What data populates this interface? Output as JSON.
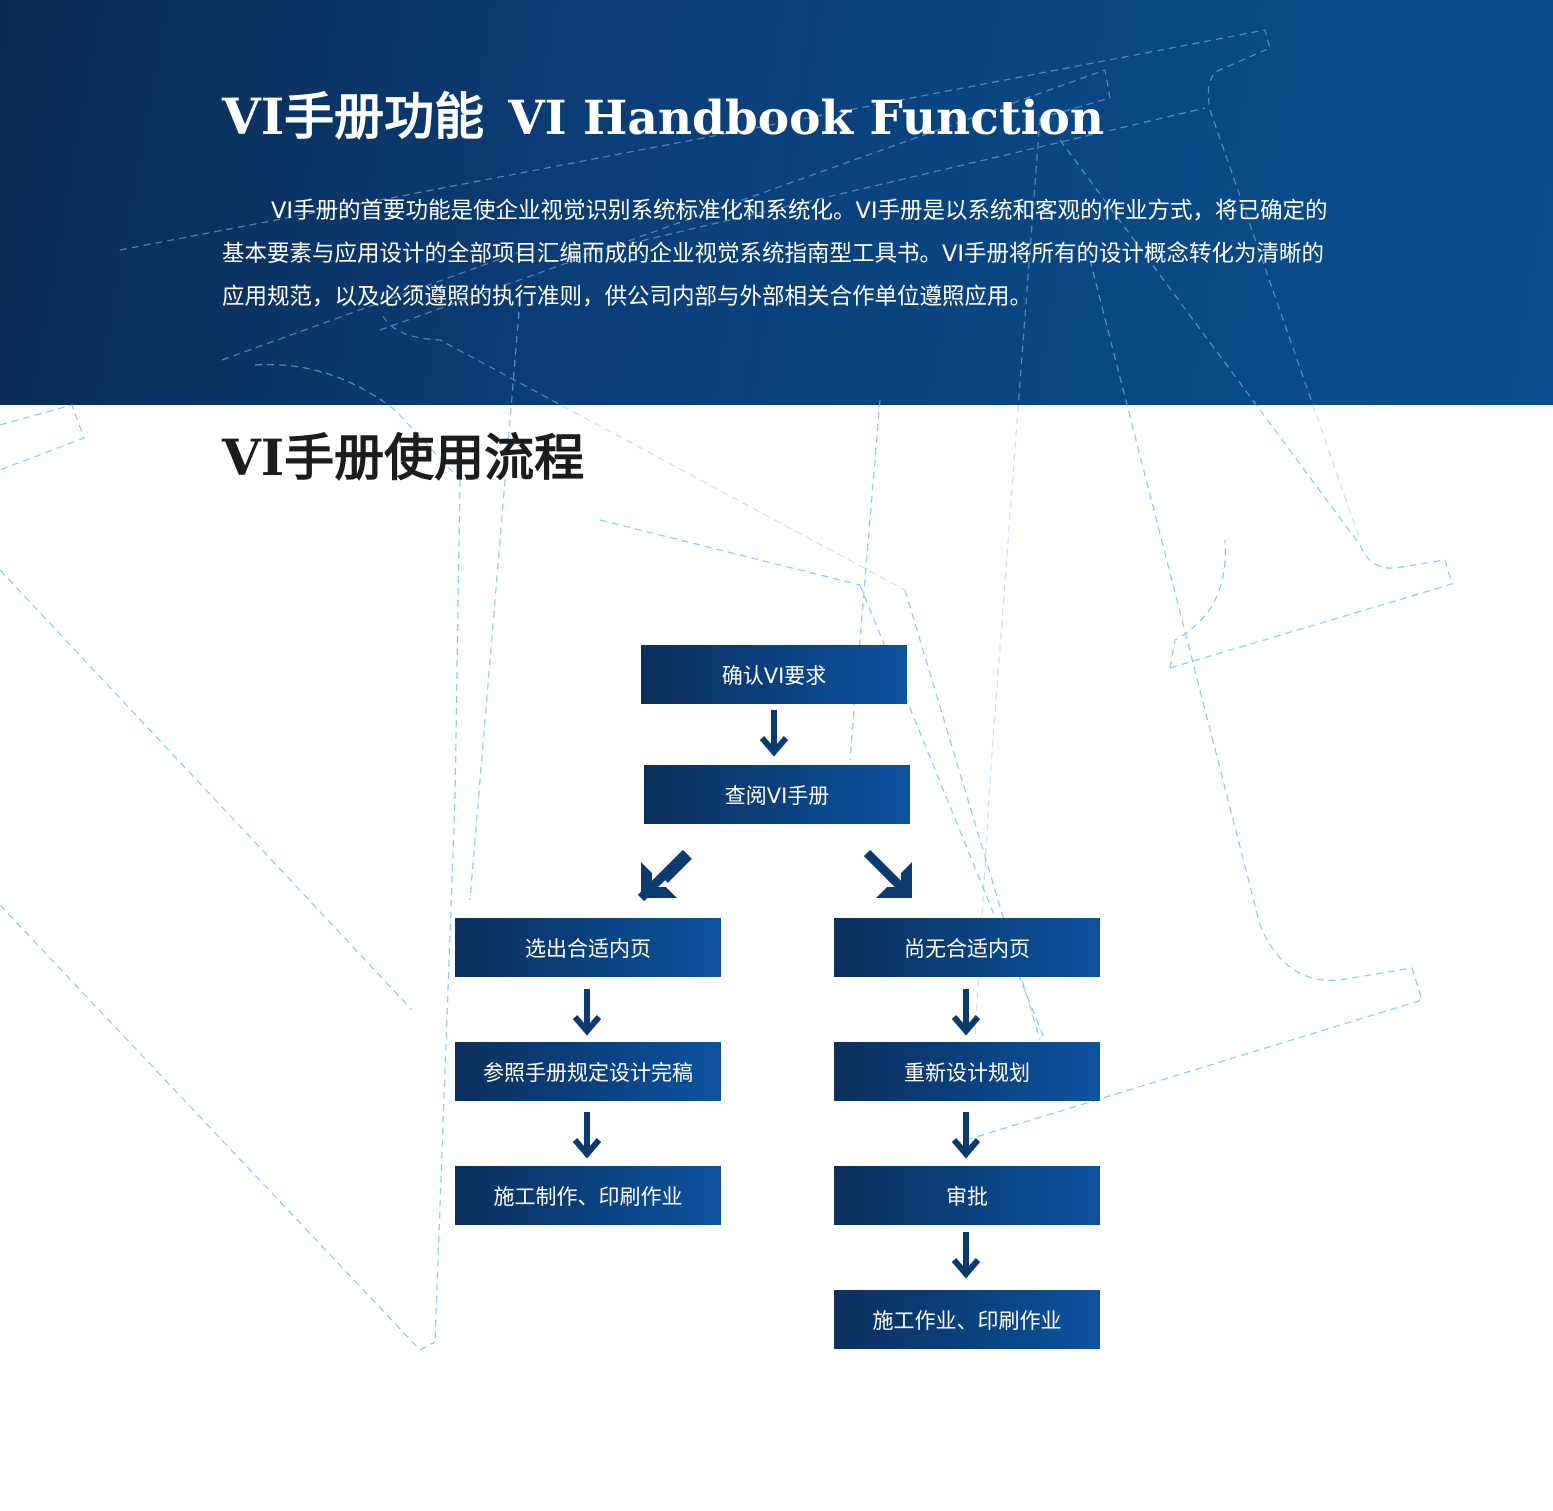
{
  "header": {
    "title_cn": "VI手册功能",
    "title_en": "VI Handbook Function",
    "intro": "VI手册的首要功能是使企业视觉识别系统标准化和系统化。VI手册是以系统和客观的作业方式，将已确定的基本要素与应用设计的全部项目汇编而成的企业视觉系统指南型工具书。VI手册将所有的设计概念转化为清晰的应用规范，以及必须遵照的执行准则，供公司内部与外部相关合作单位遵照应用。"
  },
  "flow": {
    "title": "VI手册使用流程",
    "step1": "确认VI要求",
    "step2": "查阅VI手册",
    "left": [
      "选出合适内页",
      "参照手册规定设计完稿",
      "施工制作、印刷作业"
    ],
    "right": [
      "尚无合适内页",
      "重新设计规划",
      "审批",
      "施工作业、印刷作业"
    ]
  },
  "colors": {
    "banner_dark": "#0a2a52",
    "banner_light": "#08508f",
    "box_dark": "#0c2f5c",
    "box_light": "#0d539f",
    "arrow": "#0b3a6e",
    "guide_line": "#5fb8ea"
  }
}
